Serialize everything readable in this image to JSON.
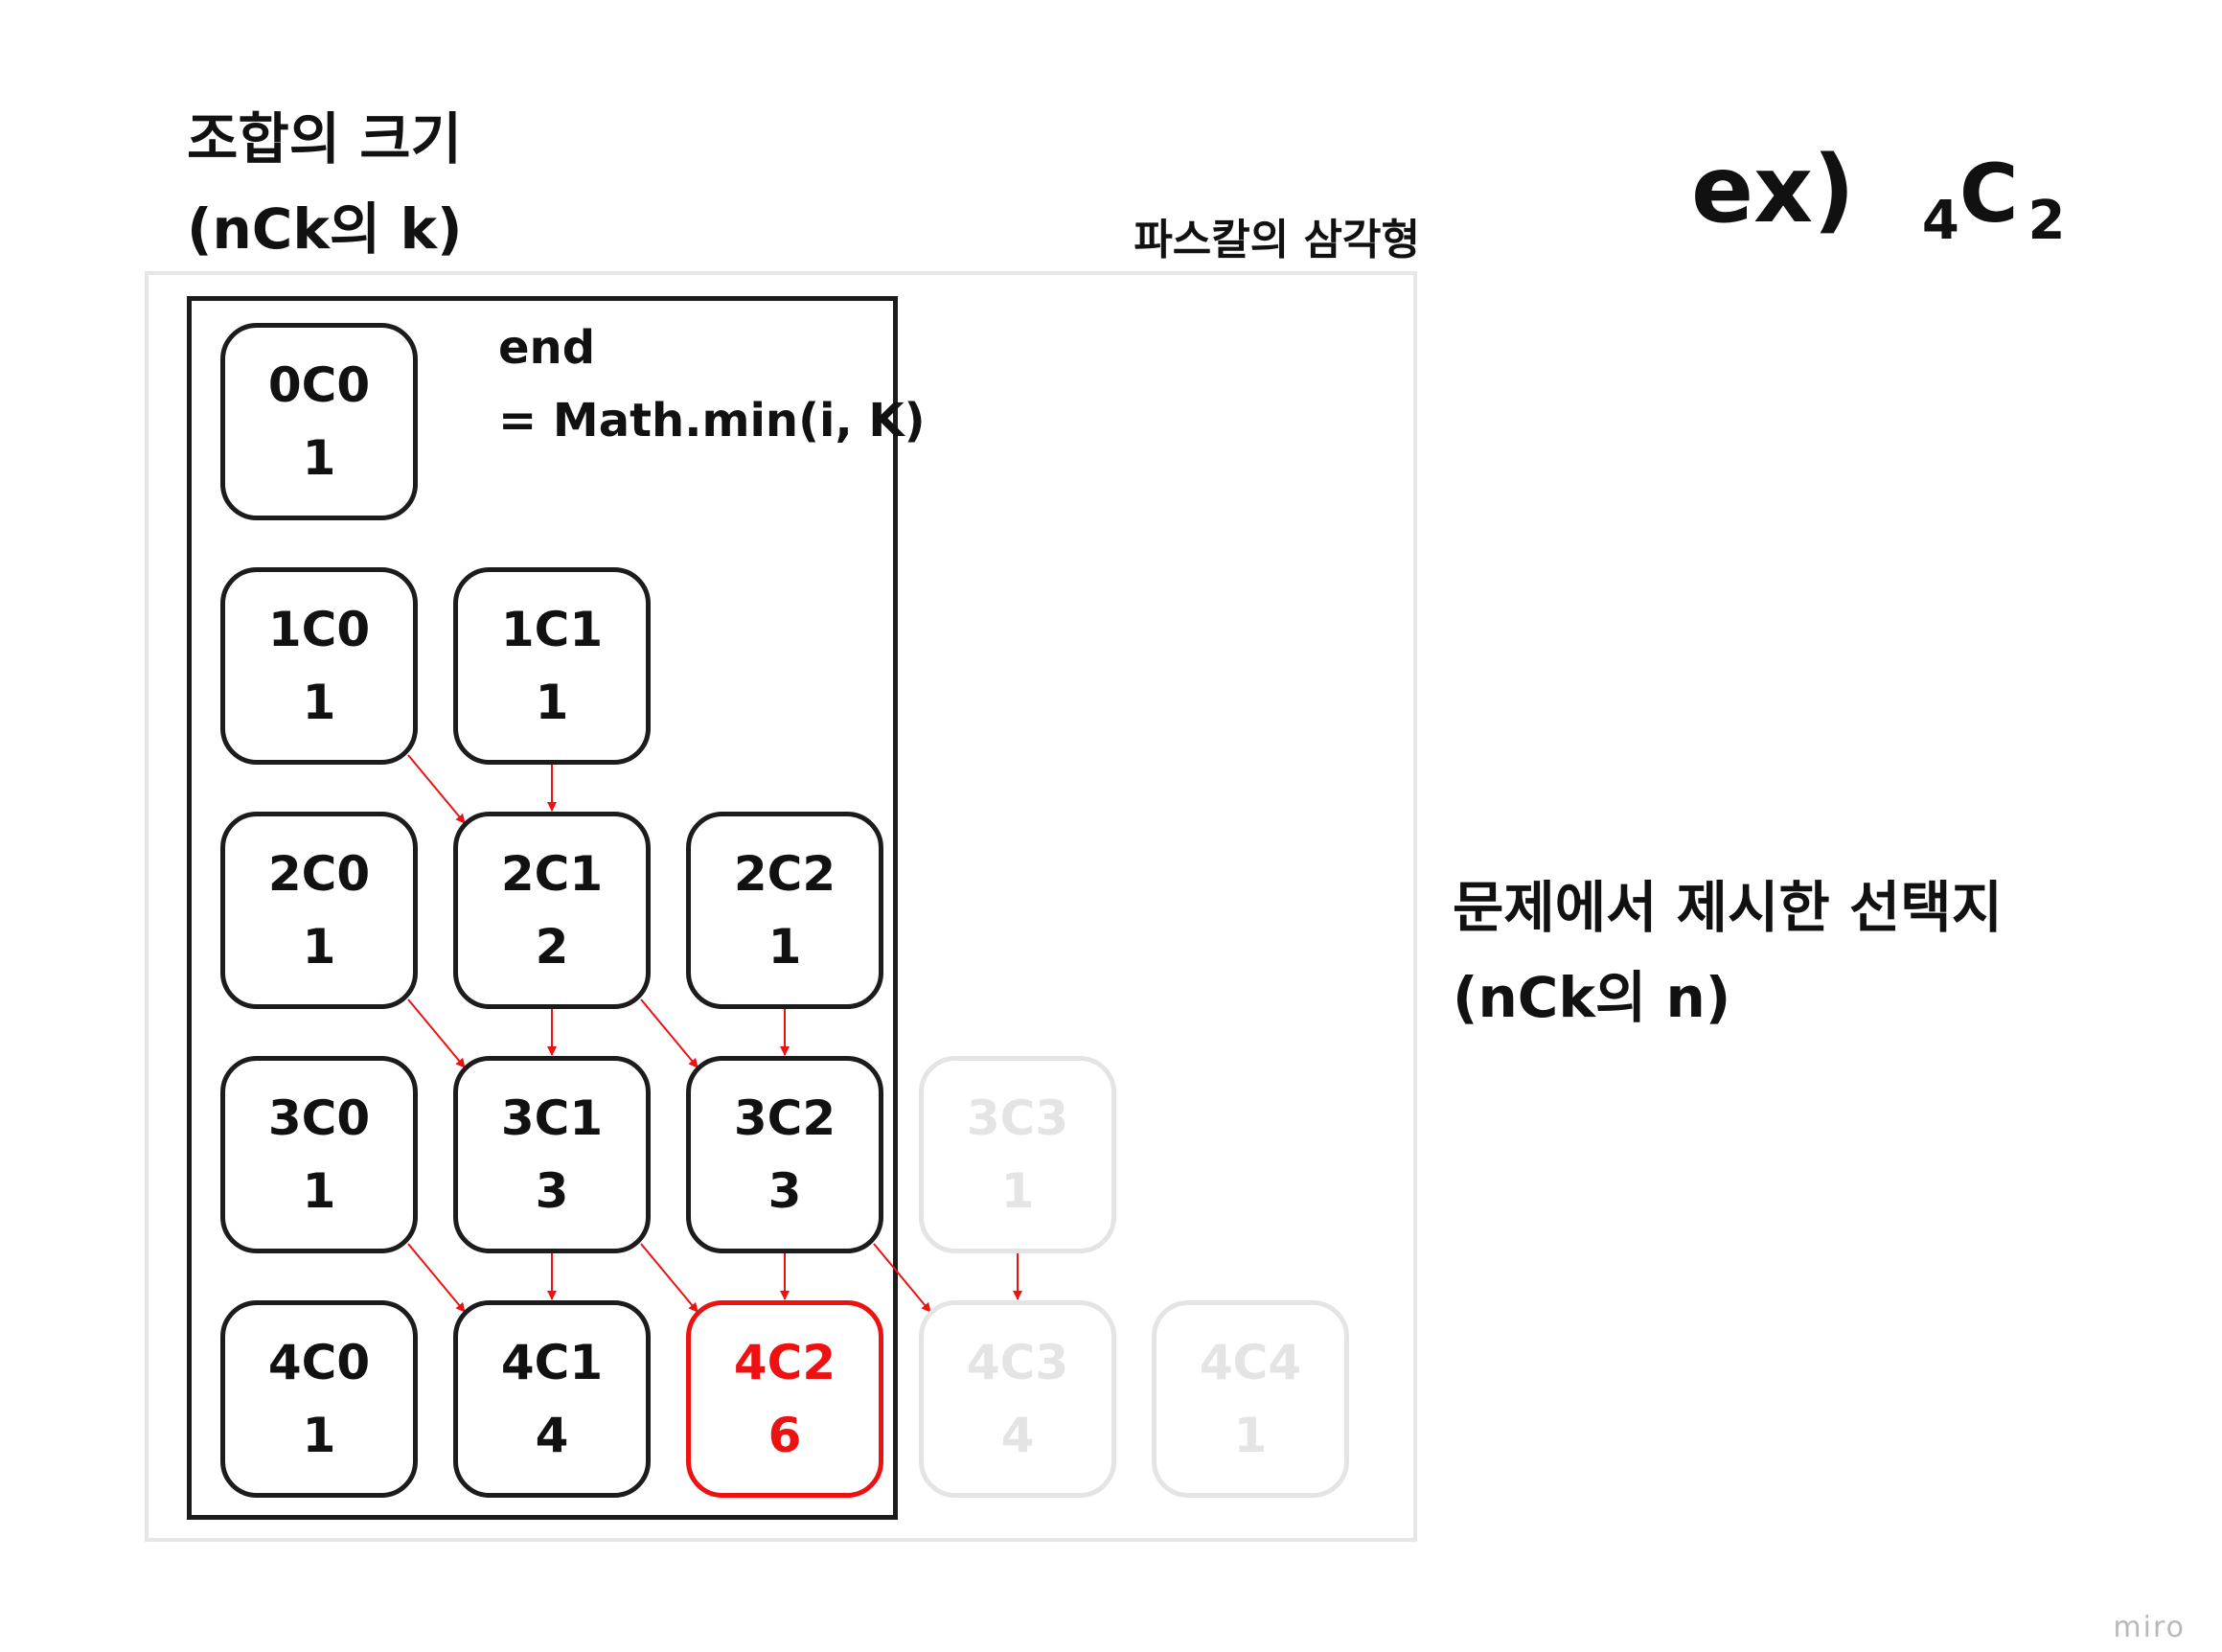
{
  "labels": {
    "combination_size": [
      "조합의 크기",
      "(nCk의 k)"
    ],
    "given_choices": [
      "문제에서 제시한 선택지",
      "(nCk의 n)"
    ],
    "example": {
      "prefix": "ex)",
      "n": "4",
      "c": "C",
      "k": "2"
    },
    "triangle_title": "파스칼의 삼각형",
    "end_formula": [
      "end",
      "= Math.min(i, K)"
    ],
    "watermark": "miro"
  },
  "colors": {
    "highlight": "#ee1111",
    "cell_border": "#1c1c1c",
    "inactive": "#e4e4e4",
    "arrow": "#ee1111"
  },
  "cells": [
    {
      "n": 0,
      "k": 0,
      "label": "0C0",
      "value": "1",
      "state": "active"
    },
    {
      "n": 1,
      "k": 0,
      "label": "1C0",
      "value": "1",
      "state": "active"
    },
    {
      "n": 1,
      "k": 1,
      "label": "1C1",
      "value": "1",
      "state": "active"
    },
    {
      "n": 2,
      "k": 0,
      "label": "2C0",
      "value": "1",
      "state": "active"
    },
    {
      "n": 2,
      "k": 1,
      "label": "2C1",
      "value": "2",
      "state": "active"
    },
    {
      "n": 2,
      "k": 2,
      "label": "2C2",
      "value": "1",
      "state": "active"
    },
    {
      "n": 3,
      "k": 0,
      "label": "3C0",
      "value": "1",
      "state": "active"
    },
    {
      "n": 3,
      "k": 1,
      "label": "3C1",
      "value": "3",
      "state": "active"
    },
    {
      "n": 3,
      "k": 2,
      "label": "3C2",
      "value": "3",
      "state": "active"
    },
    {
      "n": 3,
      "k": 3,
      "label": "3C3",
      "value": "1",
      "state": "inactive"
    },
    {
      "n": 4,
      "k": 0,
      "label": "4C0",
      "value": "1",
      "state": "active"
    },
    {
      "n": 4,
      "k": 1,
      "label": "4C1",
      "value": "4",
      "state": "active"
    },
    {
      "n": 4,
      "k": 2,
      "label": "4C2",
      "value": "6",
      "state": "target"
    },
    {
      "n": 4,
      "k": 3,
      "label": "4C3",
      "value": "4",
      "state": "inactive"
    },
    {
      "n": 4,
      "k": 4,
      "label": "4C4",
      "value": "1",
      "state": "inactive"
    }
  ],
  "arrows": [
    {
      "from": [
        1,
        0
      ],
      "to": [
        2,
        1
      ],
      "kind": "diagonal"
    },
    {
      "from": [
        1,
        1
      ],
      "to": [
        2,
        1
      ],
      "kind": "down"
    },
    {
      "from": [
        2,
        0
      ],
      "to": [
        3,
        1
      ],
      "kind": "diagonal"
    },
    {
      "from": [
        2,
        1
      ],
      "to": [
        3,
        1
      ],
      "kind": "down"
    },
    {
      "from": [
        2,
        1
      ],
      "to": [
        3,
        2
      ],
      "kind": "diagonal"
    },
    {
      "from": [
        2,
        2
      ],
      "to": [
        3,
        2
      ],
      "kind": "down"
    },
    {
      "from": [
        3,
        0
      ],
      "to": [
        4,
        1
      ],
      "kind": "diagonal"
    },
    {
      "from": [
        3,
        1
      ],
      "to": [
        4,
        1
      ],
      "kind": "down"
    },
    {
      "from": [
        3,
        1
      ],
      "to": [
        4,
        2
      ],
      "kind": "diagonal"
    },
    {
      "from": [
        3,
        2
      ],
      "to": [
        4,
        2
      ],
      "kind": "down"
    },
    {
      "from": [
        3,
        2
      ],
      "to": [
        4,
        3
      ],
      "kind": "diagonal"
    },
    {
      "from": [
        3,
        3
      ],
      "to": [
        4,
        3
      ],
      "kind": "down"
    }
  ]
}
